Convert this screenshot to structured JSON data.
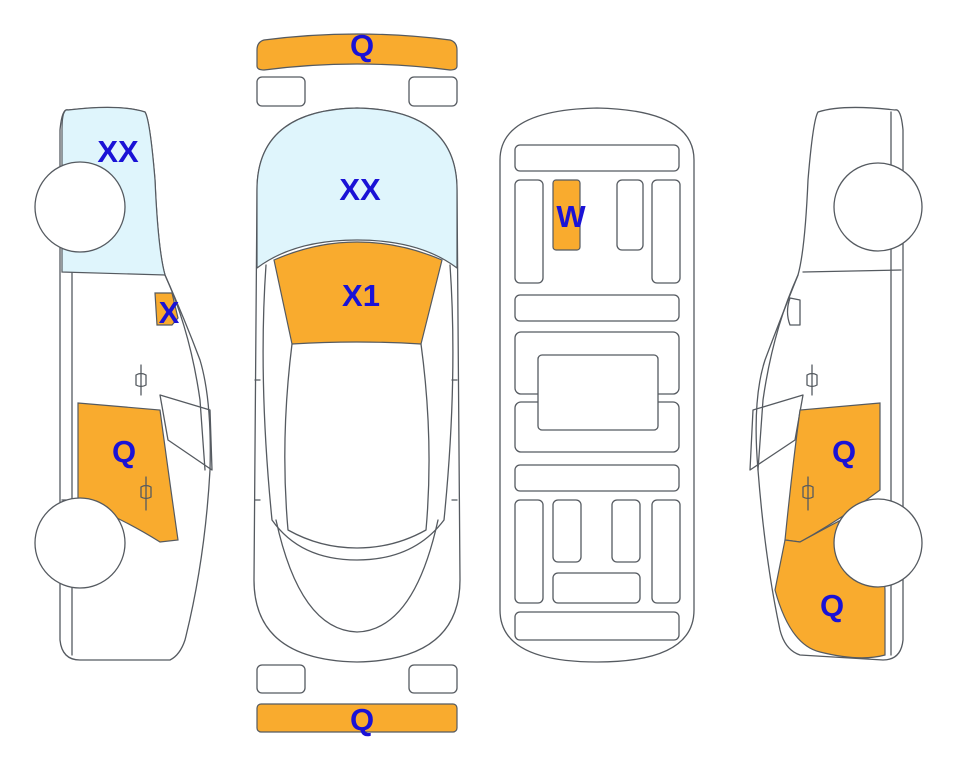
{
  "colors": {
    "damage_orange": "#f9ab2e",
    "damage_blue": "#dff5fc",
    "label": "#1a12d6",
    "outline": "#555a60"
  },
  "views": {
    "left_side": {
      "marks": [
        "XX",
        "X",
        "Q"
      ]
    },
    "top": {
      "front_bumper": "Q",
      "windshield": "XX",
      "hood": "X1",
      "rear_bumper": "Q"
    },
    "underbody": {
      "marks": [
        "W"
      ]
    },
    "right_side": {
      "marks": [
        "Q",
        "Q"
      ]
    }
  }
}
